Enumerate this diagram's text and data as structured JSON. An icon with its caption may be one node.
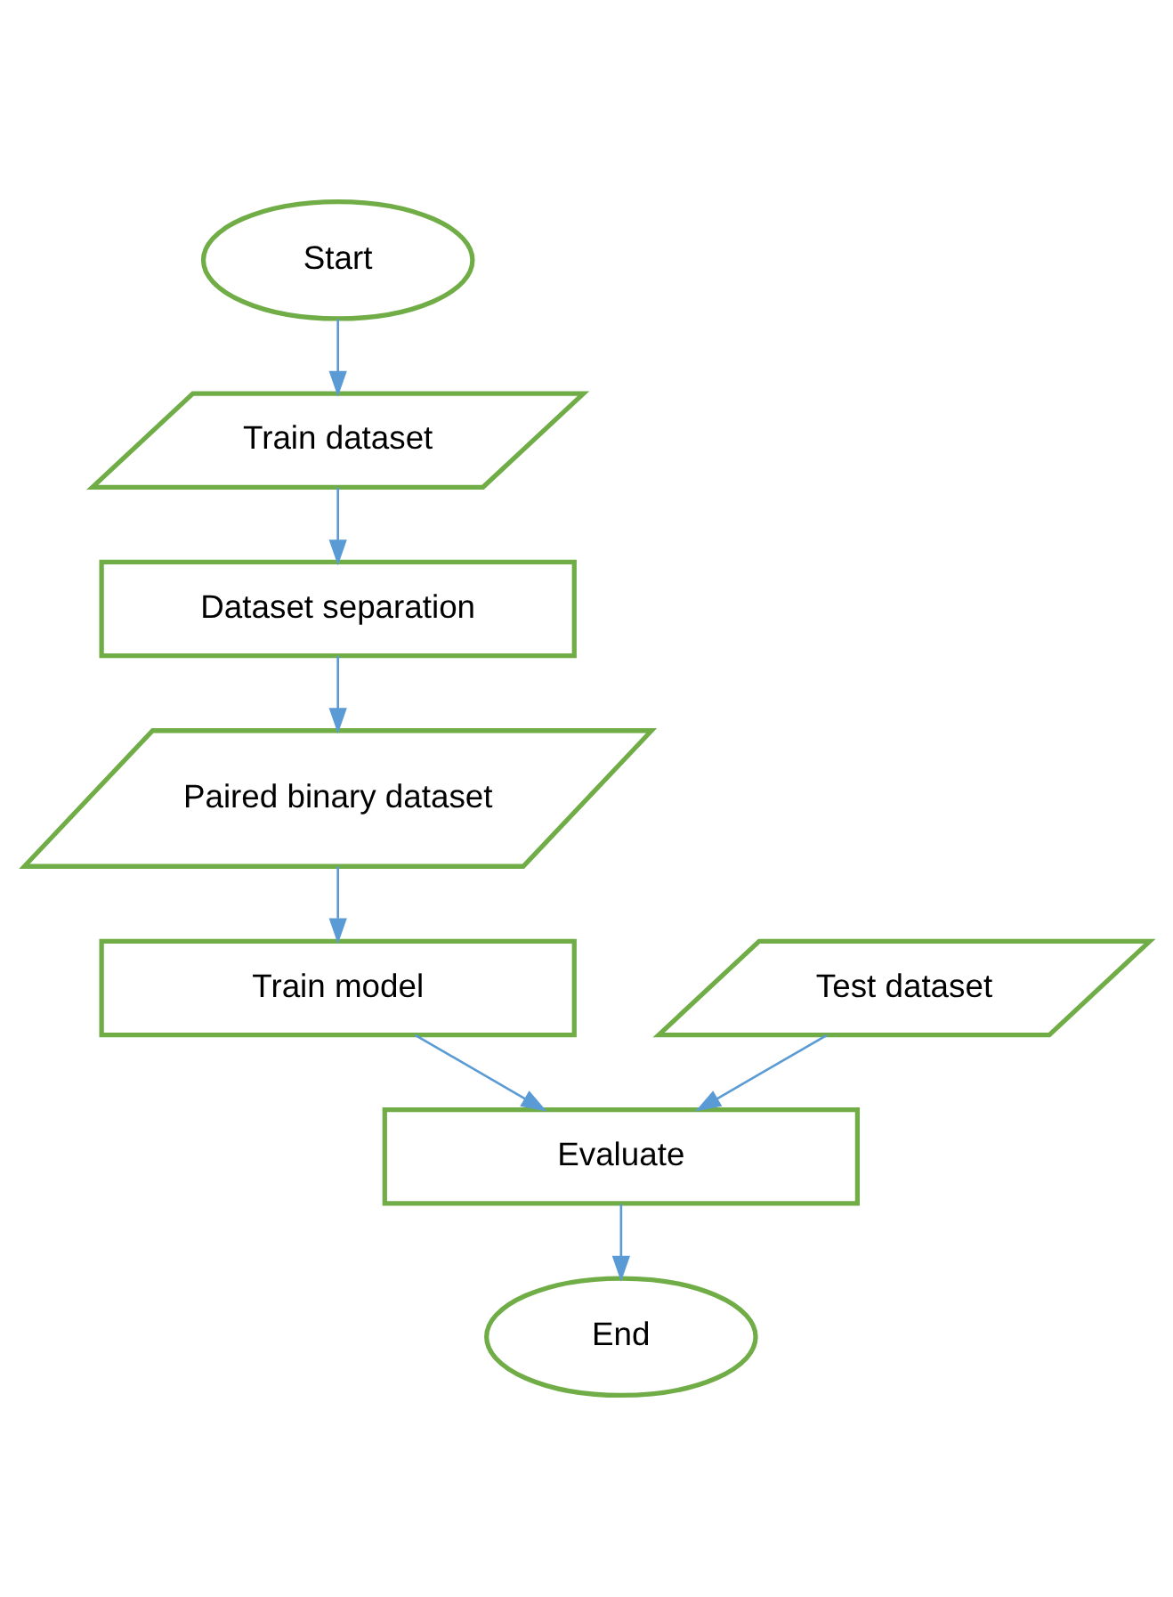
{
  "diagram": {
    "nodes": [
      {
        "text": [
          "Start"
        ]
      },
      {
        "text": [
          "Train dataset"
        ]
      },
      {
        "text": [
          "Dataset separation"
        ]
      },
      {
        "text": [
          "Paired binary dataset"
        ]
      },
      {
        "text": [
          "Train model"
        ]
      },
      {
        "text": [
          "Test dataset"
        ]
      },
      {
        "text": [
          "Evaluate"
        ]
      },
      {
        "text": [
          "End"
        ]
      }
    ],
    "edges": [
      {
        "from": 0,
        "to": 1,
        "arrow": "to"
      },
      {
        "from": 1,
        "to": 2,
        "arrow": "to"
      },
      {
        "from": 2,
        "to": 3,
        "arrow": "to"
      },
      {
        "from": 3,
        "to": 4,
        "arrow": "to"
      },
      {
        "from": 4,
        "to": 6,
        "arrow": "to"
      },
      {
        "from": 5,
        "to": 6,
        "arrow": "to"
      },
      {
        "from": 6,
        "to": 7,
        "arrow": "to"
      }
    ]
  }
}
